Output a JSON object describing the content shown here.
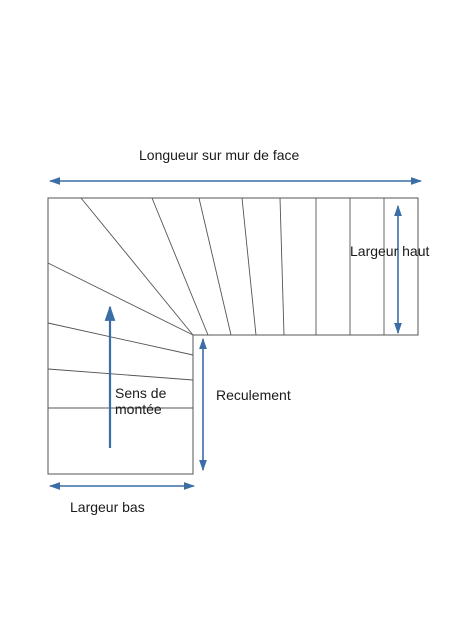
{
  "labels": {
    "top_length": "Longueur sur mur de face",
    "upper_width": "Largeur haut",
    "setback": "Reculement",
    "direction_line1": "Sens de",
    "direction_line2": "montée",
    "lower_width": "Largeur bas"
  },
  "colors": {
    "arrow": "#3a6ea5",
    "line": "#555555",
    "text": "#1a1a1a"
  }
}
